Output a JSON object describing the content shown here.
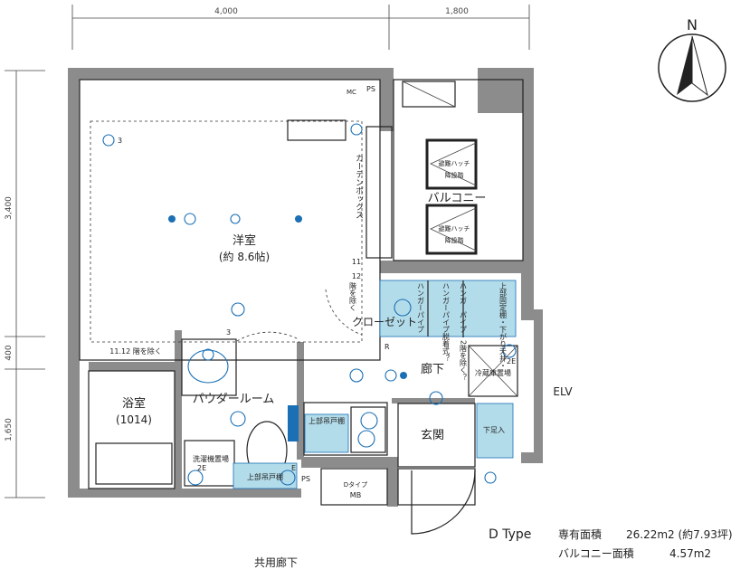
{
  "dimensions": {
    "top": [
      "4,000",
      "1,800"
    ],
    "left": [
      "3,400",
      "400",
      "1,650"
    ]
  },
  "compass": {
    "label": "N"
  },
  "rooms": {
    "western": {
      "name": "洋室",
      "size": "(約 8.6帖)"
    },
    "curtain_box": "カーテンボックス",
    "balcony": "バルコニー",
    "hatch": [
      "避難ハッチ",
      "降設階"
    ],
    "closet": "クローゼット",
    "closet_notes": [
      "ハンガーパイプ",
      "ハンガーパイプ脱着式？",
      "ハンガーパイプ・2階を除く？",
      "上部固定棚・下がり天井・"
    ],
    "corridor": "廊下",
    "fridge": "冷蔵庫置場",
    "elv": "ELV",
    "bath": {
      "name": "浴室",
      "size": "(1014)"
    },
    "powder": "パウダールーム",
    "entrance": "玄関",
    "shoe": "下足入",
    "upper_cabinet": "上部吊戸棚",
    "washer": "洗濯機置場",
    "ps": "PS",
    "mb": [
      "Dタイプ",
      "MB"
    ],
    "floor_note_a": "11.12 階を除く",
    "floor_note_b": [
      "11",
      "12",
      "階を除く"
    ],
    "common_corridor": "共用廊下",
    "symbols": {
      "r": "R",
      "two_e": "2E",
      "three": "3",
      "e": "E",
      "mc": "MC"
    }
  },
  "info": {
    "type": "D Type",
    "area_label": "専有面積",
    "area_value": "26.22m2 (約7.93坪)",
    "balcony_label": "バルコニー面積",
    "balcony_value": "4.57m2"
  },
  "colors": {
    "wall": "#8c8c8c",
    "fixture_blue": "#1a6fb5",
    "fill_blue": "#b3dcea"
  }
}
